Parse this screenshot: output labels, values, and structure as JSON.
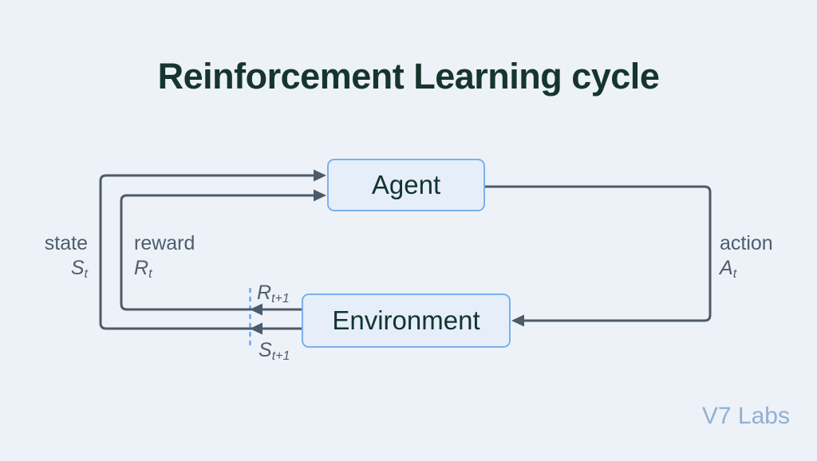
{
  "title": "Reinforcement Learning cycle",
  "watermark": "V7 Labs",
  "nodes": {
    "agent": "Agent",
    "environment": "Environment"
  },
  "labels": {
    "state": {
      "word": "state",
      "symbol": "S",
      "sub": "t"
    },
    "reward": {
      "word": "reward",
      "symbol": "R",
      "sub": "t"
    },
    "action": {
      "word": "action",
      "symbol": "A",
      "sub": "t"
    },
    "next_reward": {
      "symbol": "R",
      "sub": "t+1"
    },
    "next_state": {
      "symbol": "S",
      "sub": "t+1"
    }
  },
  "colors": {
    "background": "#edf2f8",
    "title_text": "#16352e",
    "node_fill": "#e6eefa",
    "node_border": "#7cb0ea",
    "node_text": "#12352d",
    "connector": "#4c5b6a",
    "label_text": "#4e5d6d",
    "dashed_line": "#66a6ea",
    "watermark": "#92b0d2"
  }
}
